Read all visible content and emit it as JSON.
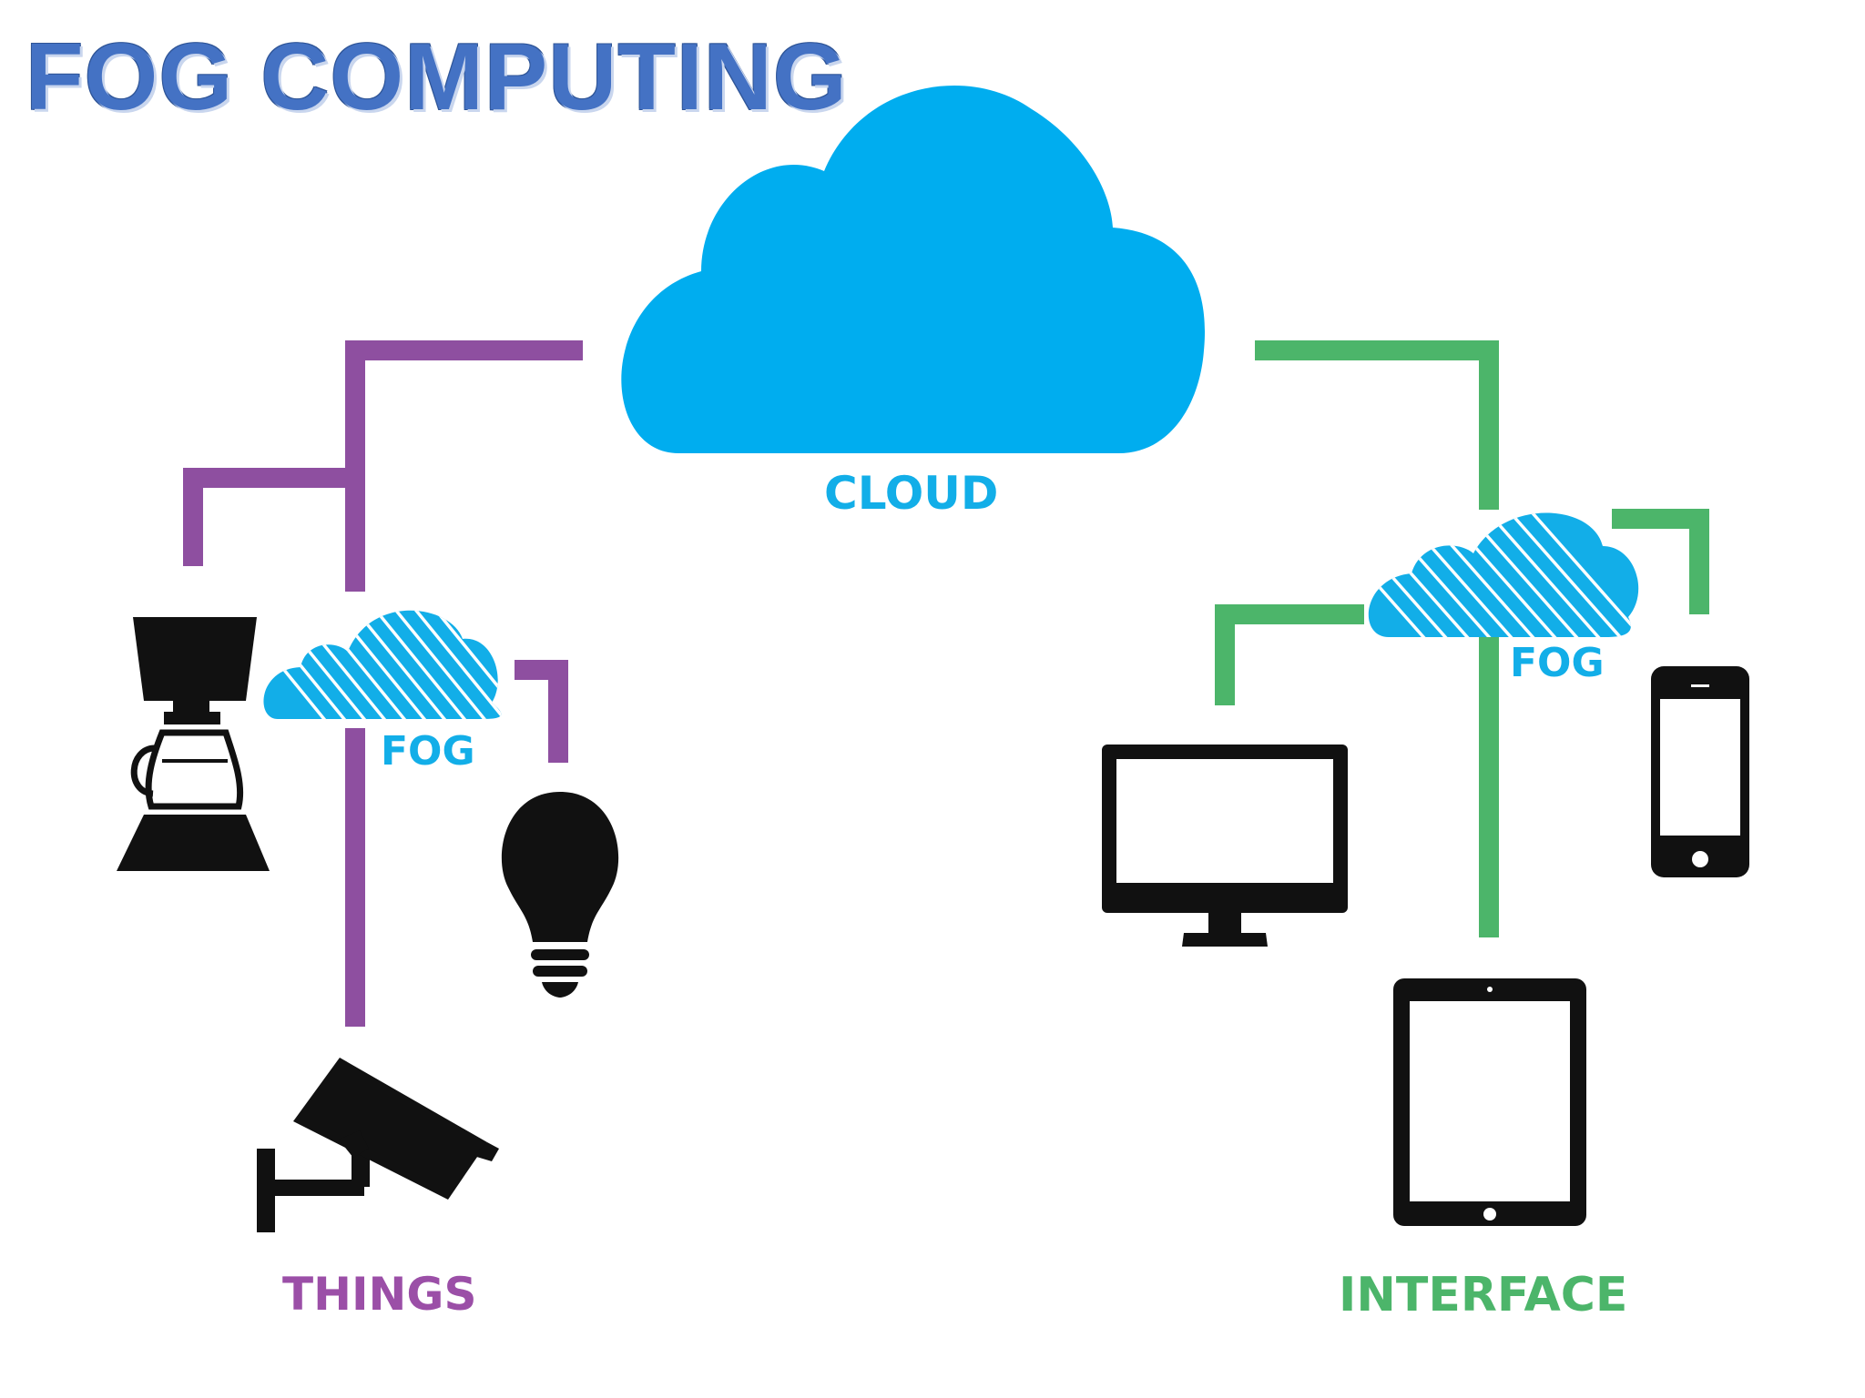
{
  "title": "FOG COMPUTING",
  "labels": {
    "cloud": "CLOUD",
    "fog_left": "FOG",
    "fog_right": "FOG",
    "things": "THINGS",
    "interface": "INTERFACE"
  },
  "colors": {
    "title": "#4472c4",
    "cloud": "#00adef",
    "fog": "#12aee8",
    "things_lines": "#8e4fa0",
    "things_label": "#9b4fa7",
    "interface_lines": "#4cb56a",
    "devices": "#111111"
  },
  "icons": {
    "main_cloud": "cloud-icon",
    "fog_clouds": "striped-cloud-icon",
    "things_devices": [
      "coffee-maker-icon",
      "light-bulb-icon",
      "security-camera-icon"
    ],
    "interface_devices": [
      "desktop-monitor-icon",
      "smartphone-icon",
      "tablet-icon"
    ]
  }
}
